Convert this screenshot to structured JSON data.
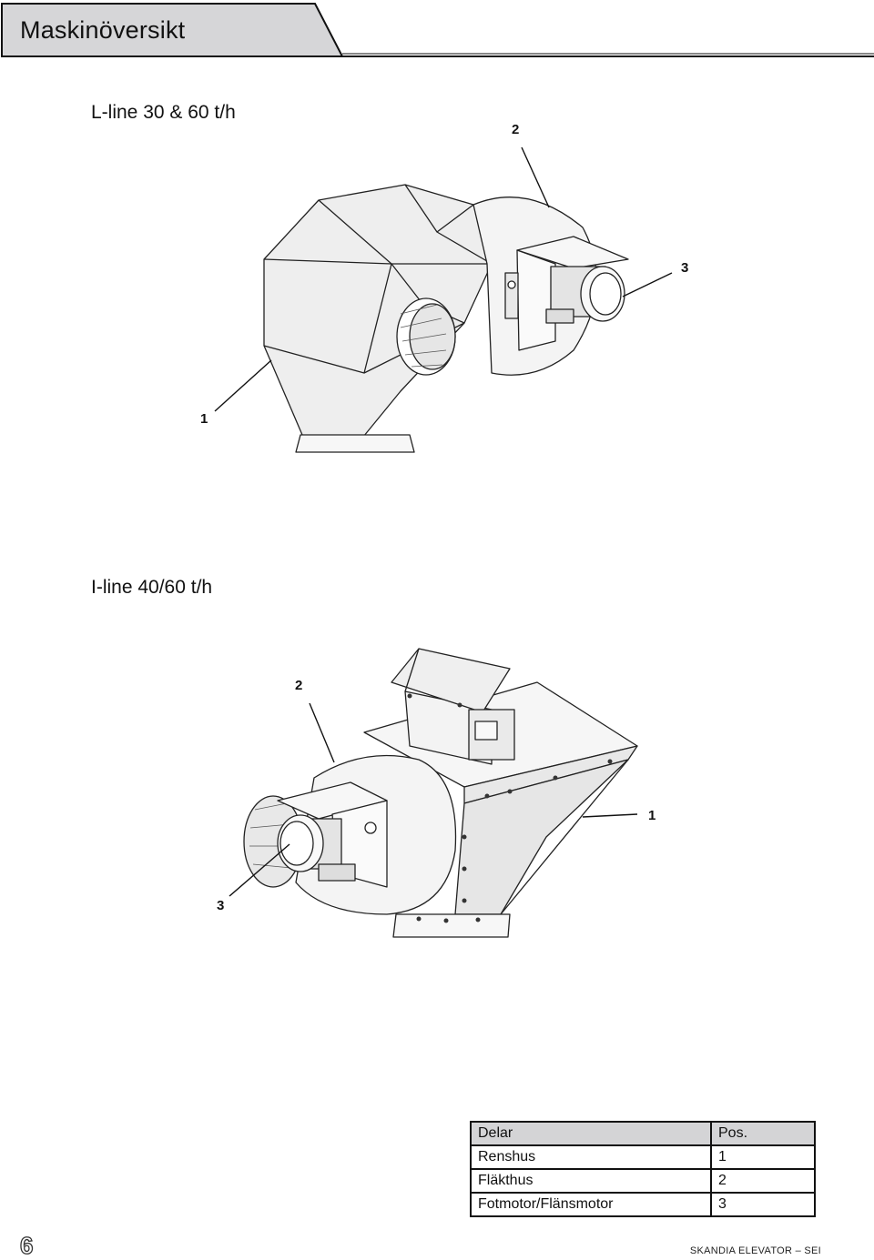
{
  "header": {
    "title": "Maskinöversikt"
  },
  "sections": [
    {
      "title": "L-line 30 & 60 t/h",
      "callouts": [
        "2",
        "3",
        "1"
      ]
    },
    {
      "title": "I-line 40/60 t/h",
      "callouts": [
        "2",
        "1",
        "3"
      ]
    }
  ],
  "parts_table": {
    "headers": [
      "Delar",
      "Pos."
    ],
    "rows": [
      [
        "Renshus",
        "1"
      ],
      [
        "Fläkthus",
        "2"
      ],
      [
        "Fotmotor/Flänsmotor",
        "3"
      ]
    ]
  },
  "footer": {
    "page_number": "6",
    "brand": "SKANDIA ELEVATOR – SEI"
  },
  "colors": {
    "header_fill": "#d6d6d8",
    "table_header_fill": "#d4d4d6",
    "line": "#111111"
  }
}
